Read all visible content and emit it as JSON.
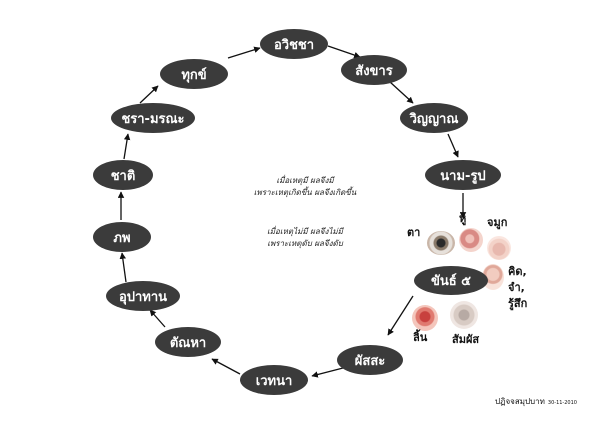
{
  "cycle": {
    "avijja": "อวิชชา",
    "sankhara": "สังขาร",
    "vinnana": "วิญญาณ",
    "namarupa": "นาม-รูป",
    "phassa": "ผัสสะ",
    "vedana": "เวทนา",
    "tanha": "ตัณหา",
    "upadana": "อุปาทาน",
    "bhava": "ภพ",
    "jati": "ชาติ",
    "jaramarana": "ชรา-มรณะ",
    "dukkha": "ทุกข์"
  },
  "center_text": {
    "line1": "เมื่อเหตุมี ผลจึงมี",
    "line2": "เพราะเหตุเกิดขึ้น ผลจึงเกิดขึ้น",
    "line3": "เมื่อเหตุไม่มี ผลจึงไม่มี",
    "line4": "เพราะเหตุดับ ผลจึงดับ"
  },
  "senses": {
    "center": "ขันธ์ ๕",
    "eye": "ตา",
    "ear": "หู",
    "nose": "จมูก",
    "mind_1": "คิด,",
    "mind_2": "จำ,",
    "mind_3": "รู้สึก",
    "tongue": "ลิ้น",
    "touch": "สัมผัส"
  },
  "footer": {
    "title": "ปฏิจจสมุปบาท",
    "date": "30-11-2010"
  },
  "colors": {
    "node_fill": "#3b3b3b",
    "node_text": "#ffffff",
    "arrow": "#111111"
  }
}
